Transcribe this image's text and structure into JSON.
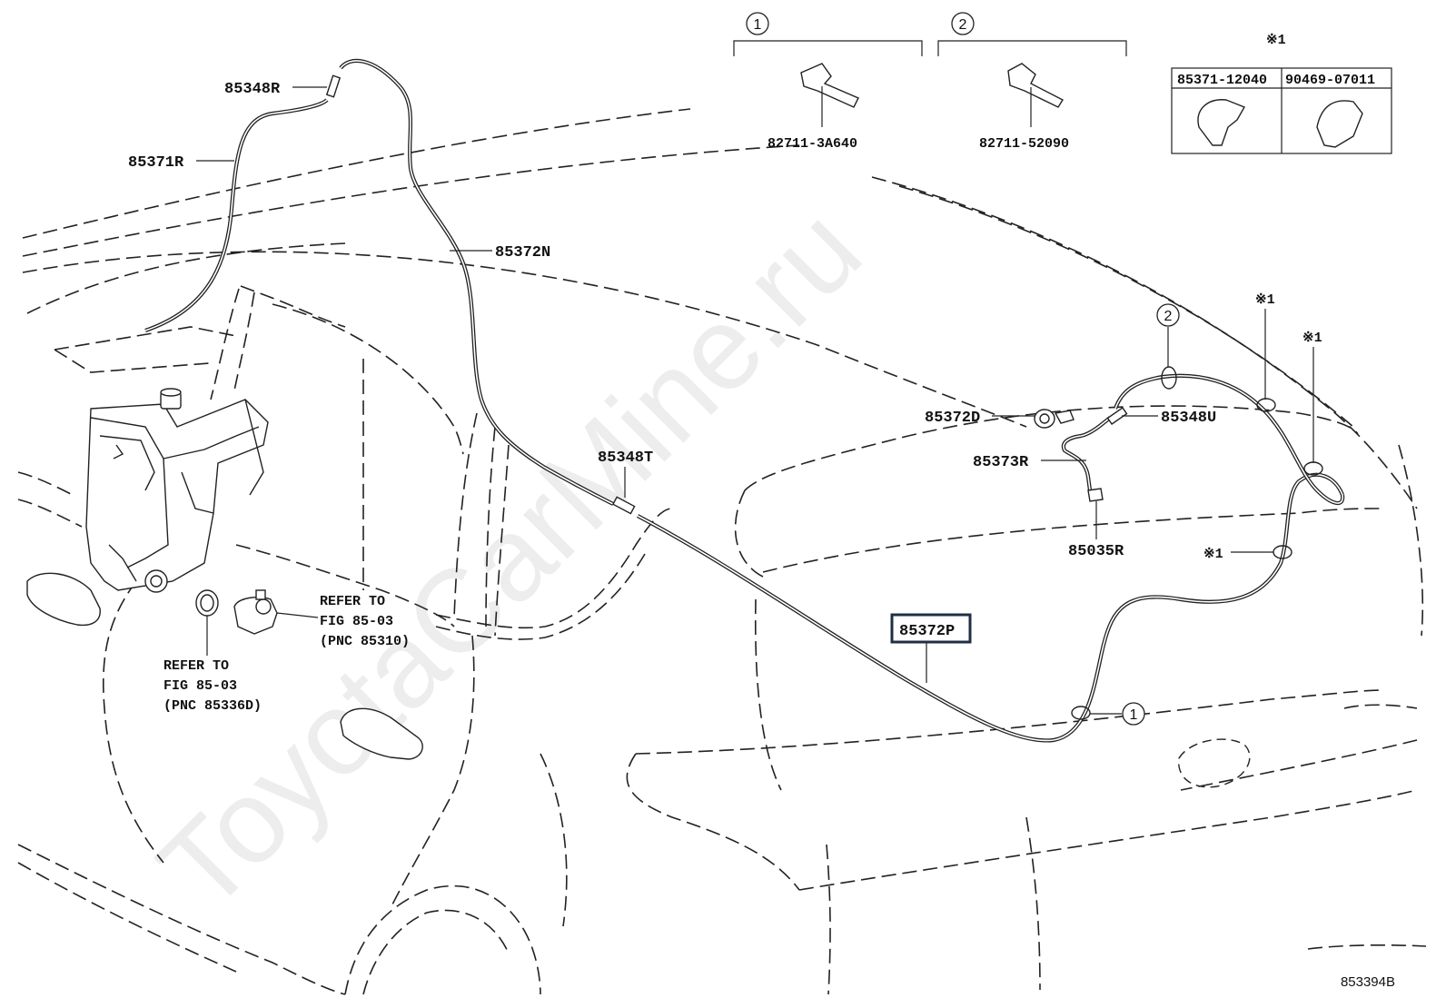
{
  "watermark": "ToyotaCarMine.ru",
  "figure_code": "853394B",
  "variant_headers": {
    "v1": "1",
    "v2": "2"
  },
  "variants": {
    "v1_part": "82711-3A640",
    "v2_part": "82711-52090"
  },
  "note_box": {
    "mark": "※1",
    "col1": "85371-12040",
    "col2": "90469-07011"
  },
  "callouts": {
    "p85348R": "85348R",
    "p85371R": "85371R",
    "p85372N": "85372N",
    "p85348T": "85348T",
    "p85372D": "85372D",
    "p85348U": "85348U",
    "p85373R": "85373R",
    "p85035R": "85035R",
    "p85372P": "85372P",
    "mark_a": "※1",
    "mark_b": "※1",
    "mark_c": "※1",
    "circle_1": "1",
    "circle_2": "2"
  },
  "refer_pump": {
    "line1": "REFER TO",
    "line2": "FIG 85-03",
    "line3": "(PNC 85310)"
  },
  "refer_grommet": {
    "line1": "REFER TO",
    "line2": "FIG 85-03",
    "line3": "(PNC 85336D)"
  }
}
